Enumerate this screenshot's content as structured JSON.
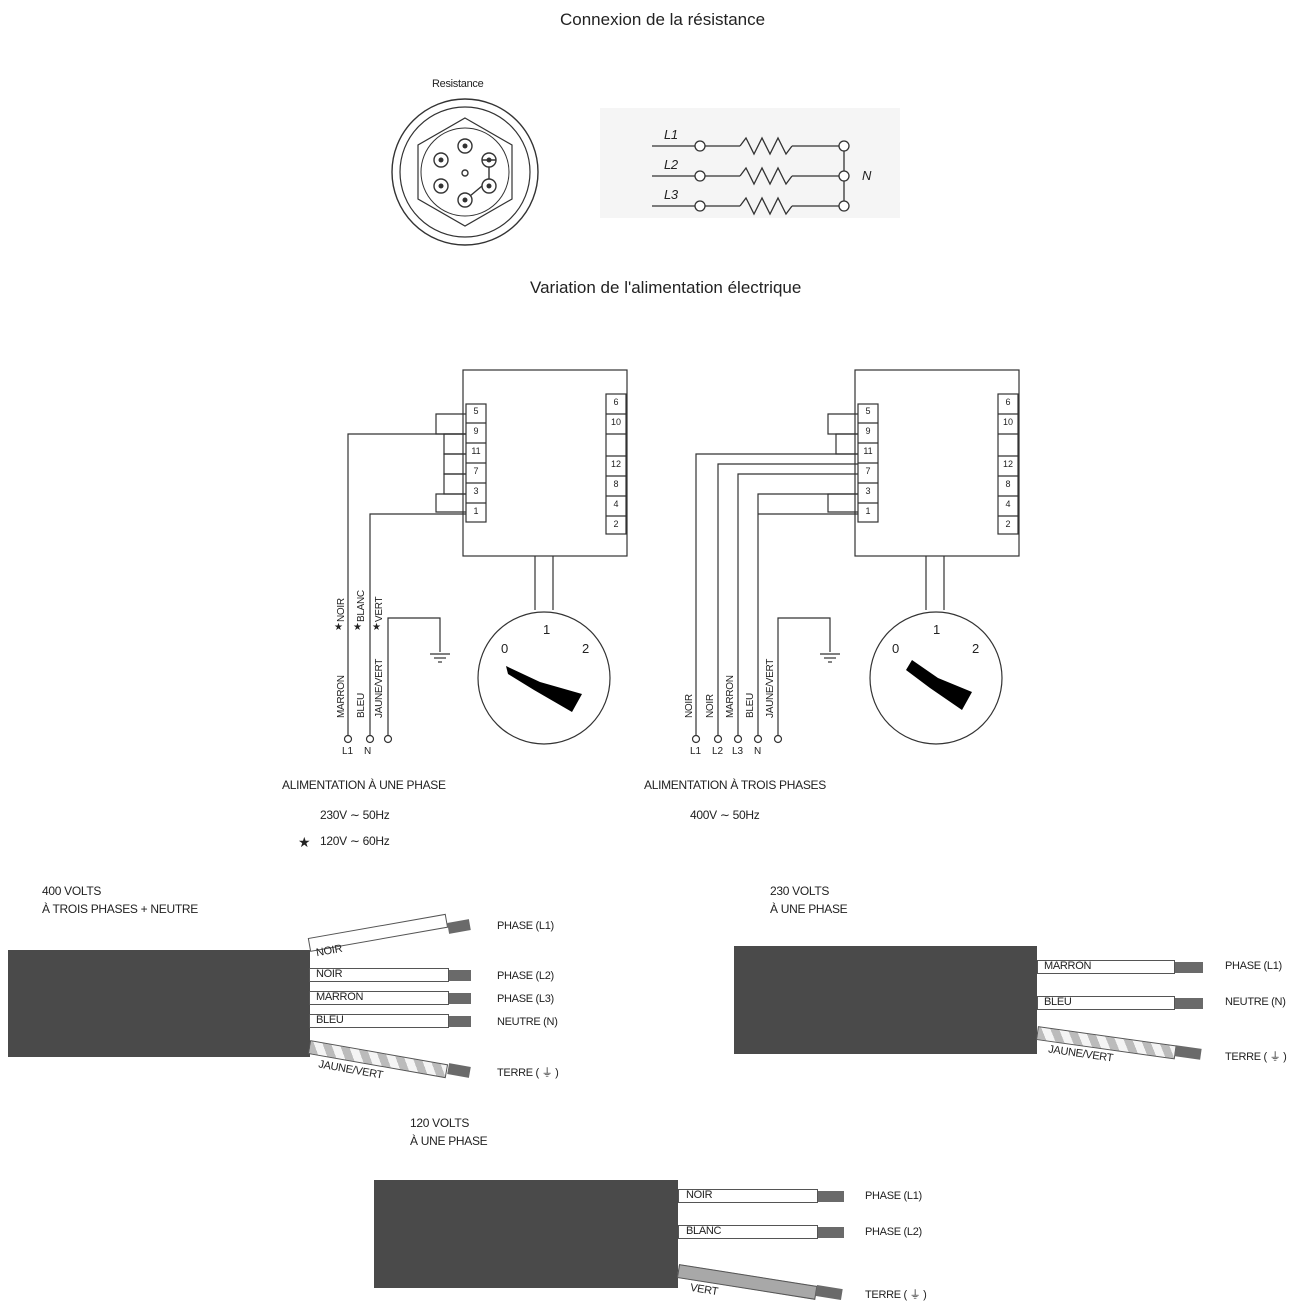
{
  "titles": {
    "connexion": "Connexion de la résistance",
    "resistance": "Resistance",
    "variation": "Variation de l'alimentation électrique"
  },
  "resistance_schema": {
    "lines": [
      "L1",
      "L2",
      "L3"
    ],
    "neutral": "N"
  },
  "single_phase": {
    "wires": [
      "MARRON",
      "BLEU",
      "JAUNE/VERT"
    ],
    "starred_wires": [
      "NOIR",
      "BLANC",
      "VERT"
    ],
    "star": "★",
    "terminals": [
      "L1",
      "N"
    ],
    "title": "ALIMENTATION À UNE PHASE",
    "voltage_main": "230V ∼ 50Hz",
    "voltage_alt": "120V ∼ 60Hz"
  },
  "three_phase": {
    "wires": [
      "NOIR",
      "NOIR",
      "MARRON",
      "BLEU",
      "JAUNE/VERT"
    ],
    "terminals": [
      "L1",
      "L2",
      "L3",
      "N"
    ],
    "title": "ALIMENTATION À TROIS PHASES",
    "voltage": "400V ∼ 50Hz"
  },
  "block_terminals": {
    "left": [
      "5",
      "9",
      "11",
      "7",
      "3",
      "1"
    ],
    "right": [
      "6",
      "10",
      "12",
      "8",
      "4",
      "2"
    ]
  },
  "switch_positions": [
    "0",
    "1",
    "2"
  ],
  "cable_400": {
    "title_line1": "400 VOLTS",
    "title_line2": "À TROIS PHASES + NEUTRE",
    "wires": [
      "NOIR",
      "NOIR",
      "MARRON",
      "BLEU",
      "JAUNE/VERT"
    ],
    "labels": [
      "PHASE (L1)",
      "PHASE (L2)",
      "PHASE (L3)",
      "NEUTRE (N)",
      "TERRE ( ⏚ )"
    ]
  },
  "cable_230": {
    "title_line1": "230 VOLTS",
    "title_line2": "À UNE PHASE",
    "wires": [
      "MARRON",
      "BLEU",
      "JAUNE/VERT"
    ],
    "labels": [
      "PHASE (L1)",
      "NEUTRE (N)",
      "TERRE ( ⏚ )"
    ]
  },
  "cable_120": {
    "title_line1": "120 VOLTS",
    "title_line2": "À UNE PHASE",
    "wires": [
      "NOIR",
      "BLANC",
      "VERT"
    ],
    "labels": [
      "PHASE (L1)",
      "PHASE (L2)",
      "TERRE ( ⏚ )"
    ]
  }
}
